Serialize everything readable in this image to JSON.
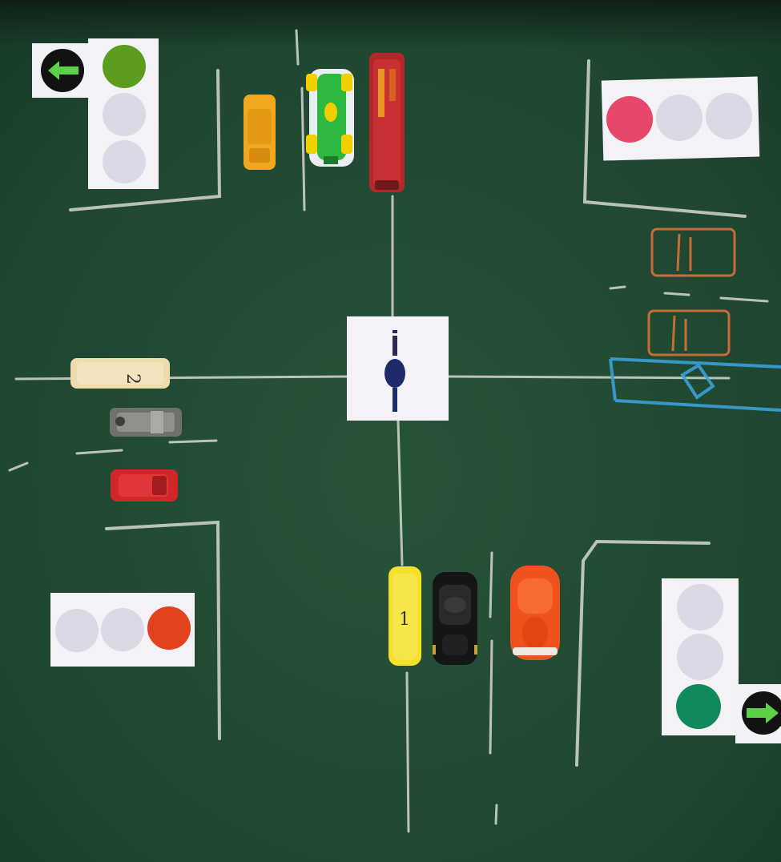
{
  "scene": {
    "background": "#1f4630",
    "chalk_color": "#d8d8d0",
    "traffic_lights": [
      {
        "id": "top-left",
        "state": "green",
        "arrow": "left"
      },
      {
        "id": "top-right",
        "state": "red"
      },
      {
        "id": "bottom-left",
        "state": "red"
      },
      {
        "id": "bottom-right",
        "state": "green",
        "arrow": "right"
      }
    ],
    "center_sign": "traffic-controller-icon",
    "crosswalk_color": "#3aa0d8",
    "parking_outline_color": "#d8703a",
    "cars": [
      {
        "name": "car-yellow-top",
        "color": "#f0a820"
      },
      {
        "name": "car-green-racer",
        "color": "#2fb540"
      },
      {
        "name": "bus-red",
        "color": "#b8282a"
      },
      {
        "name": "bus-cream",
        "color": "#eedcb0",
        "label": "2"
      },
      {
        "name": "car-grey",
        "color": "#7d7f7a"
      },
      {
        "name": "car-red-small",
        "color": "#d42a2a"
      },
      {
        "name": "bus-yellow",
        "color": "#f5e02a",
        "label": "1"
      },
      {
        "name": "car-black",
        "color": "#1a1a1a"
      },
      {
        "name": "car-orange",
        "color": "#f0521e"
      }
    ]
  }
}
